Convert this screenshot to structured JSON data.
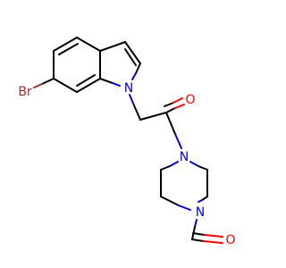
{
  "molecule": {
    "atom_labels": {
      "br": "Br",
      "n_indole": "N",
      "o_ketone": "O",
      "n_piperazine_top": "N",
      "n_piperazine_bottom": "N",
      "o_formyl": "O"
    },
    "colors": {
      "carbon_bond": "#000000",
      "nitrogen": "#0000ff",
      "oxygen": "#ff0000",
      "bromine": "#a52a2a"
    }
  }
}
